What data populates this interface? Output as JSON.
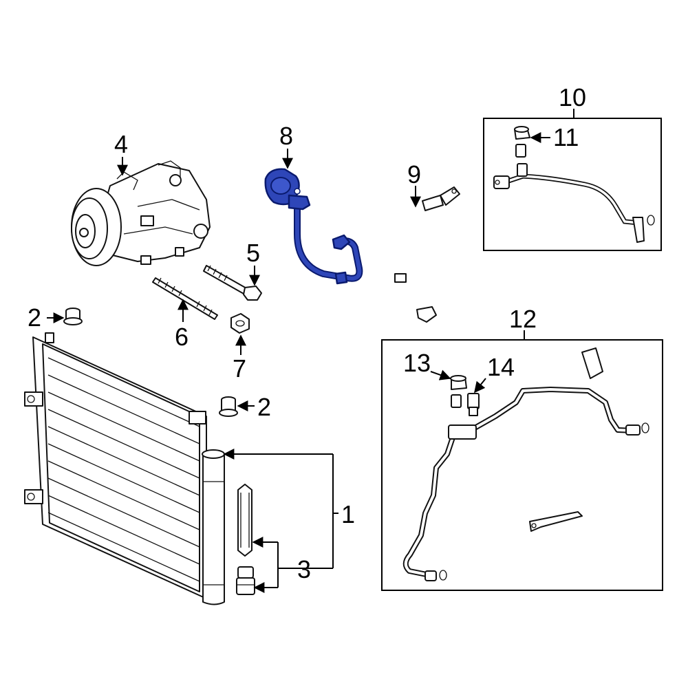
{
  "callouts": {
    "c1": "1",
    "c2a": "2",
    "c2b": "2",
    "c3": "3",
    "c4": "4",
    "c5": "5",
    "c6": "6",
    "c7": "7",
    "c8": "8",
    "c9": "9",
    "c10": "10",
    "c11": "11",
    "c12": "12",
    "c13": "13",
    "c14": "14"
  },
  "colors": {
    "highlight": "#2e46b8",
    "line": "#000000",
    "background": "#ffffff"
  }
}
